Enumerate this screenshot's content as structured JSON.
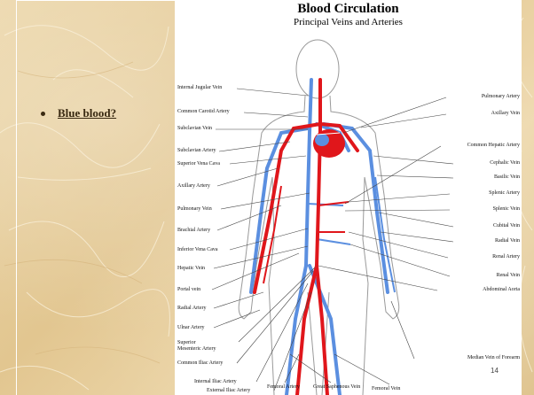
{
  "slide": {
    "bullet_text": "Blue blood?",
    "page_number": "14"
  },
  "diagram": {
    "title": "Blood Circulation",
    "subtitle": "Principal Veins and Arteries",
    "labels_left": [
      "Internal Jugular Vein",
      "Common Carotid Artery",
      "Subclavian Vein",
      "Subclavian Artery",
      "Superior Vena Cava",
      "Axillary Artery",
      "Pulmonary Vein",
      "Brachial Artery",
      "Inferior Vena Cava",
      "Hepatic Vein",
      "Portal vein",
      "Radial Artery",
      "Ulnar Artery",
      "Superior",
      "Mesenteric Artery",
      "Common Iliac Artery",
      "Internal Iliac Artery",
      "External Iliac Artery"
    ],
    "labels_right": [
      "Pulmonary Artery",
      "Axillary Vein",
      "Common Hepatic Artery",
      "Cephalic Vein",
      "Basilic Vein",
      "Splenic Artery",
      "Splenic Vein",
      "Cubital Vein",
      "Radial Vein",
      "Renal Artery",
      "Renal Vein",
      "Abdominal Aorta",
      "Median Vein of Forearm"
    ],
    "labels_bottom": [
      "Femoral Artery",
      "Great Saphenous Vein",
      "Femoral Vein"
    ],
    "colors": {
      "artery": "#e0161b",
      "vein": "#5b8fe0",
      "outline": "#999999"
    }
  }
}
